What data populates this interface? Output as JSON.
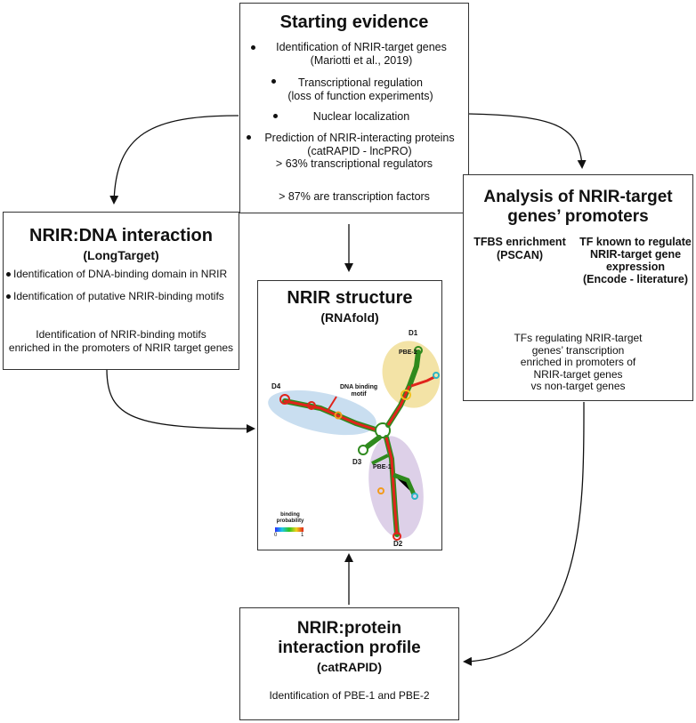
{
  "starting_evidence": {
    "title": "Starting evidence",
    "items": [
      {
        "text": "Identification of NRIR-target genes",
        "text2": "(Mariotti et al., 2019)"
      },
      {
        "text": "Transcriptional regulation",
        "text2": "(loss of function experiments)"
      },
      {
        "text": "Nuclear localization",
        "text2": ""
      },
      {
        "text": "Prediction of NRIR-interacting proteins",
        "text2": "(catRAPID - lncPRO)"
      }
    ],
    "pct63": "> 63% transcriptional regulators",
    "pct87": "> 87% are transcription factors"
  },
  "dna_interaction": {
    "title": "NRIR:DNA interaction",
    "subtitle": "(LongTarget)",
    "bullet1": "Identification of DNA-binding domain in NRIR",
    "bullet2": "Identification of putative NRIR-binding motifs",
    "result_line1": "Identification of NRIR-binding motifs",
    "result_line2": "enriched in the promoters of NRIR target genes"
  },
  "promoters": {
    "title_line1": "Analysis of NRIR-target",
    "title_line2": "genes’ promoters",
    "left_line1": "TFBS enrichment",
    "left_line2": "(PSCAN)",
    "right_line1": "TF known to regulate",
    "right_line2": "NRIR-target gene",
    "right_line3": "expression",
    "right_line4": "(Encode - literature)",
    "result_lines": [
      "TFs regulating NRIR-target",
      "genes’ transcription",
      "enriched in promoters of",
      "NRIR-target genes",
      "vs non-target genes"
    ]
  },
  "structure": {
    "title": "NRIR structure",
    "subtitle": "(RNAfold)",
    "labels": {
      "d1": "D1",
      "d2": "D2",
      "d3": "D3",
      "d4": "D4",
      "pbe1": "PBE-1",
      "pbe2": "PBE-2",
      "dna_motif_1": "DNA binding",
      "dna_motif_2": "motif"
    },
    "legend_title_1": "binding",
    "legend_title_2": "probability",
    "legend_min": "0",
    "legend_max": "1",
    "colors": {
      "d1_region": "#f3e3a6",
      "d2_region": "#ddd0e8",
      "d4_region": "#c9def0",
      "stem_red": "#e0241b",
      "stem_green": "#2f8a1e"
    }
  },
  "protein_profile": {
    "title_line1": "NRIR:protein",
    "title_line2": "interaction profile",
    "subtitle": "(catRAPID)",
    "result": "Identification of PBE-1 and PBE-2"
  }
}
